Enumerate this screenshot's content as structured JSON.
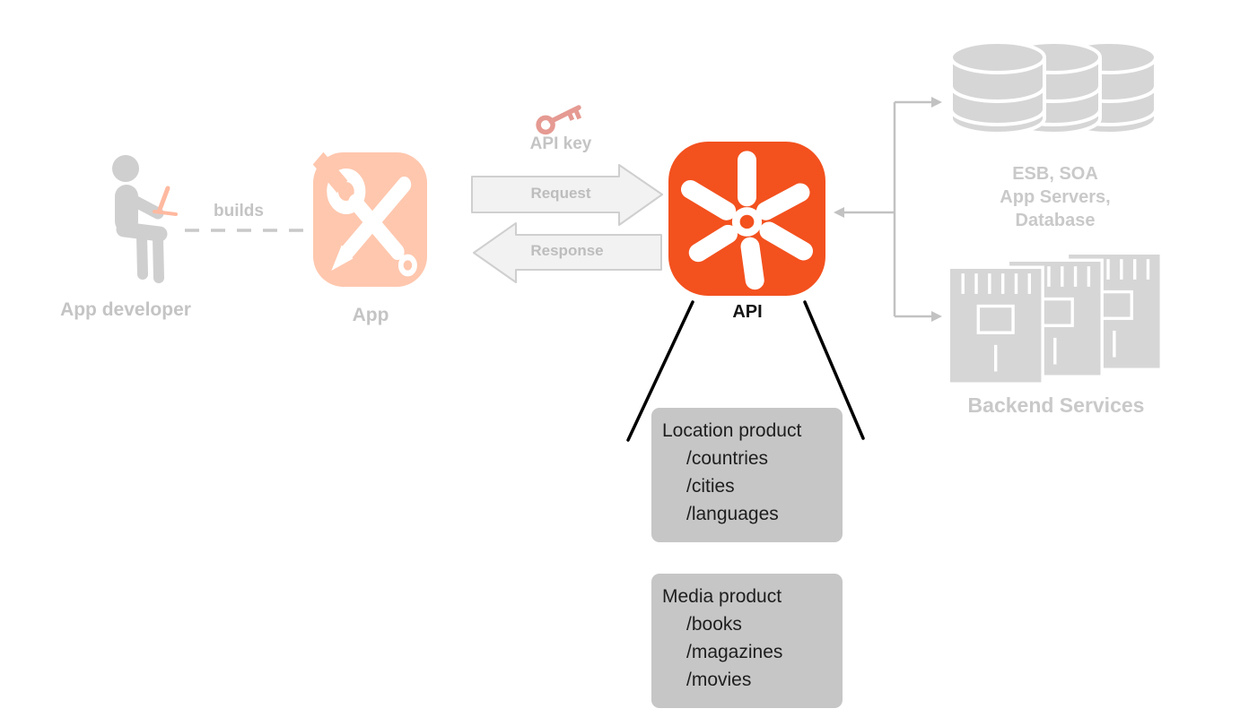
{
  "diagram": {
    "developer_label": "App developer",
    "builds_label": "builds",
    "app_label": "App",
    "api_key_label": "API key",
    "request_label": "Request",
    "response_label": "Response",
    "api_label": "API",
    "esb_lines": [
      "ESB, SOA",
      "App Servers,",
      "Database"
    ],
    "backend_label": "Backend Services",
    "products": [
      {
        "title": "Location product",
        "items": [
          "/countries",
          "/cities",
          "/languages"
        ]
      },
      {
        "title": "Media product",
        "items": [
          "/books",
          "/magazines",
          "/movies"
        ]
      }
    ]
  },
  "colors": {
    "api_orange": "#f3511e",
    "app_peach": "#ffc7ae",
    "key_pink": "#e59a92",
    "muted_text": "#c4c4c4",
    "product_box_bg": "#c6c6c6",
    "backend_icon_gray": "#d6d6d6",
    "connector_gray": "#c2c2c2",
    "projection_black": "#000000"
  }
}
